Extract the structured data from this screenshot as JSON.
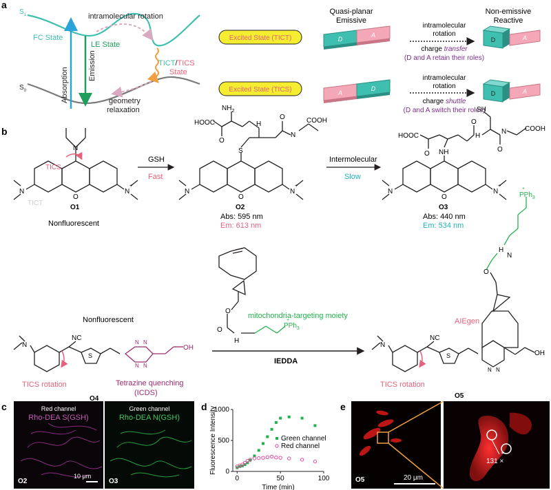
{
  "colors": {
    "teal": "#3fbfb0",
    "green": "#1e9e5a",
    "pink": "#e8607a",
    "light_pink": "#f4a7b6",
    "blue": "#2aa3d9",
    "orange": "#f0a040",
    "yellow": "#f5ee30",
    "purple": "#7b2d8b",
    "bright_green": "#22b24c",
    "cyan_text": "#23b3b3",
    "magenta_text": "#d43b8a"
  },
  "panel_a": {
    "label": "a",
    "s1": "S",
    "s1_sub": "1",
    "s0": "S",
    "s0_sub": "0",
    "fc_state": "FC State",
    "le_state": "LE State",
    "intramolecular_rotation": "intramolecular rotation",
    "absorption": "Absorption",
    "emission": "Emission",
    "tict": "TICT",
    "slash": "/",
    "tics": "TICS",
    "state": "State",
    "geometry": "geometry",
    "relaxation": "relaxation",
    "tict_box": "Excited State (TICT)",
    "tics_box": "Excited State (TICS)",
    "quasi_planar_1": "Quasi-planar",
    "quasi_planar_2": "Emissive",
    "non_emissive_1": "Non-emissive",
    "non_emissive_2": "Reactive",
    "arrow_top_1": "intramolecular",
    "arrow_top_2": "rotation",
    "arrow_bot_1": "intramolecular",
    "arrow_bot_2": "rotation",
    "charge_transfer_pre": "charge",
    "charge_transfer_em": "transfer",
    "transfer_note": "(D and A retain their roles)",
    "charge_shuttle_pre": "charge",
    "charge_shuttle_em": "shuttle",
    "shuttle_note": "(D and A switch their roles)",
    "d": "D",
    "a": "A"
  },
  "panel_b": {
    "label": "b",
    "tics": "TICS",
    "tict": "TICT",
    "o1": "O1",
    "o2": "O2",
    "o3": "O3",
    "o4": "O4",
    "o5": "O5",
    "nonfluorescent_1": "Nonfluorescent",
    "nonfluorescent_2": "Nonfluorescent",
    "gsh": "GSH",
    "fast": "Fast",
    "intermolecular": "Intermolecular",
    "slow": "Slow",
    "o2_abs": "Abs: 595 nm",
    "o2_em": "Em: 613 nm",
    "o3_abs": "Abs: 440 nm",
    "o3_em": "Em: 534 nm",
    "hooc": "HOOC",
    "cooh": "COOH",
    "nh2": "NH",
    "nh2_sub": "2",
    "sh": "SH",
    "h": "H",
    "n": "N",
    "o": "O",
    "s": "S",
    "nh": "NH",
    "plus": "+",
    "oh": "OH",
    "nc": "NC",
    "pph3": "PPh",
    "pph3_sub": "3",
    "mito_moiety": "mitochondria-targeting moiety",
    "iedda": "IEDDA",
    "tics_rotation_1": "TICS rotation",
    "tics_rotation_2": "TICS rotation",
    "tetrazine_1": "Tetrazine quenching",
    "tetrazine_2": "(ICDS)",
    "aiegen": "AIEgen"
  },
  "panel_c": {
    "label": "c",
    "red_channel": "Red channel",
    "red_probe": "Rho-DEA S(GSH)",
    "green_channel": "Green channel",
    "green_probe": "Rho-DEA N(GSH)",
    "o2": "O2",
    "o3": "O3",
    "scale": "10 μm"
  },
  "panel_d": {
    "label": "d"
  },
  "chart_data": {
    "type": "scatter",
    "xlabel": "Time (min)",
    "ylabel": "Fluorescence Intensity",
    "xlim": [
      -5,
      100
    ],
    "ylim": [
      0,
      1000
    ],
    "xticks": [
      0,
      50,
      100
    ],
    "yticks": [
      0,
      500,
      1000
    ],
    "grid": false,
    "legend_position": "right",
    "series": [
      {
        "name": "Green channel",
        "color": "#22b24c",
        "marker": "filled-square",
        "x": [
          0,
          3,
          6,
          9,
          12,
          15,
          20,
          25,
          30,
          35,
          40,
          45,
          50,
          60,
          75,
          90
        ],
        "y": [
          60,
          80,
          90,
          110,
          140,
          180,
          250,
          340,
          450,
          560,
          680,
          790,
          860,
          880,
          860,
          740
        ]
      },
      {
        "name": "Red channel",
        "color": "#e24a9a",
        "marker": "open-circle",
        "x": [
          0,
          3,
          6,
          9,
          12,
          15,
          20,
          25,
          30,
          35,
          40,
          45,
          50,
          60,
          75,
          90
        ],
        "y": [
          80,
          95,
          110,
          140,
          170,
          190,
          210,
          215,
          220,
          230,
          240,
          225,
          220,
          210,
          190,
          160
        ]
      }
    ]
  },
  "panel_e": {
    "label": "e",
    "o5": "O5",
    "scale": "20 μm",
    "zoom_value": "131 ×"
  }
}
